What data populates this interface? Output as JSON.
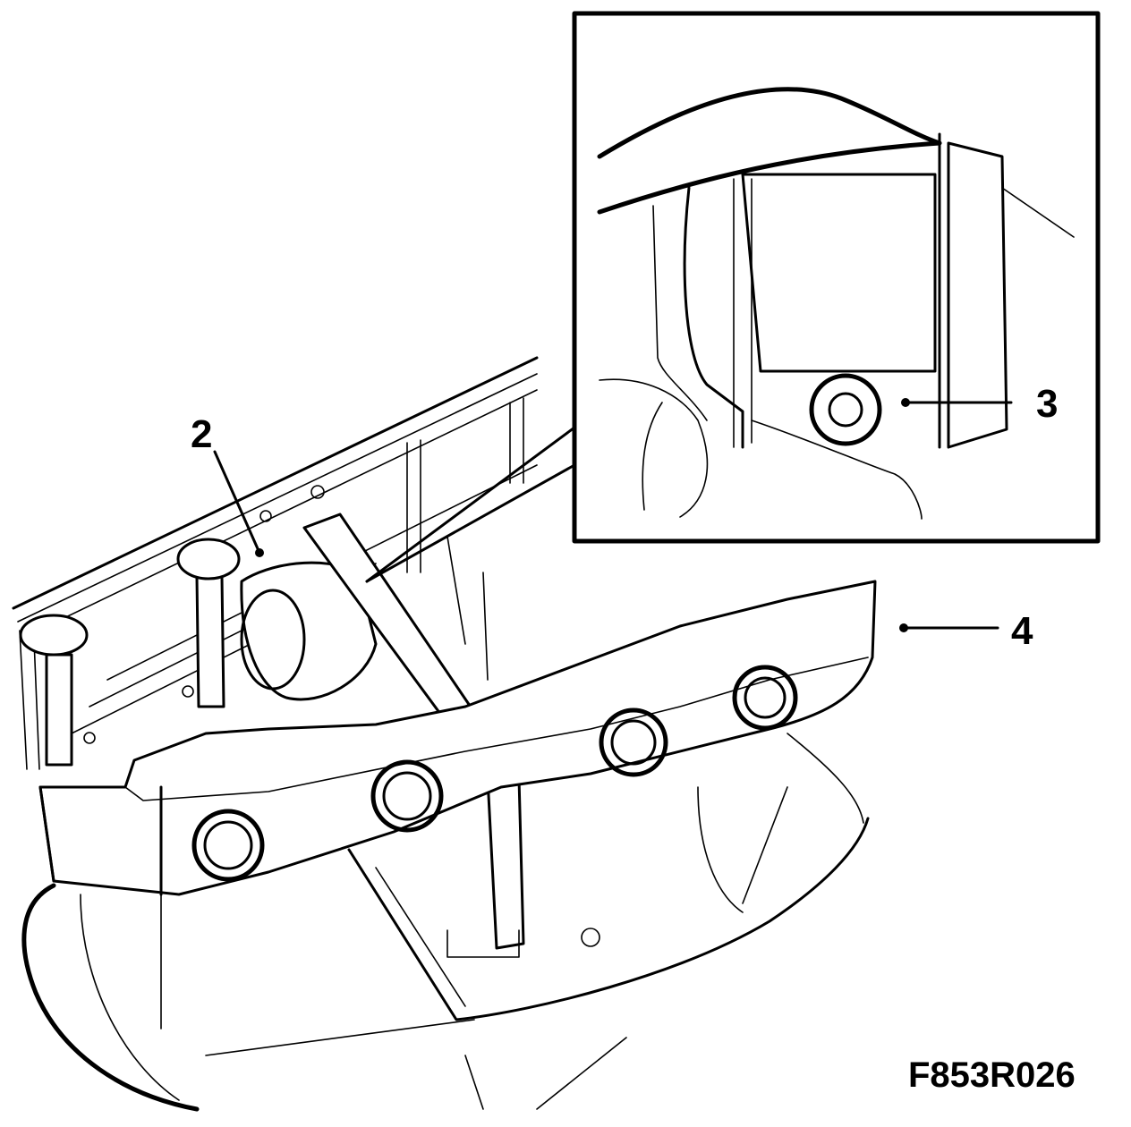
{
  "figure": {
    "id_code": "F853R026",
    "callouts": [
      {
        "number": "2"
      },
      {
        "number": "3"
      },
      {
        "number": "4"
      }
    ]
  }
}
